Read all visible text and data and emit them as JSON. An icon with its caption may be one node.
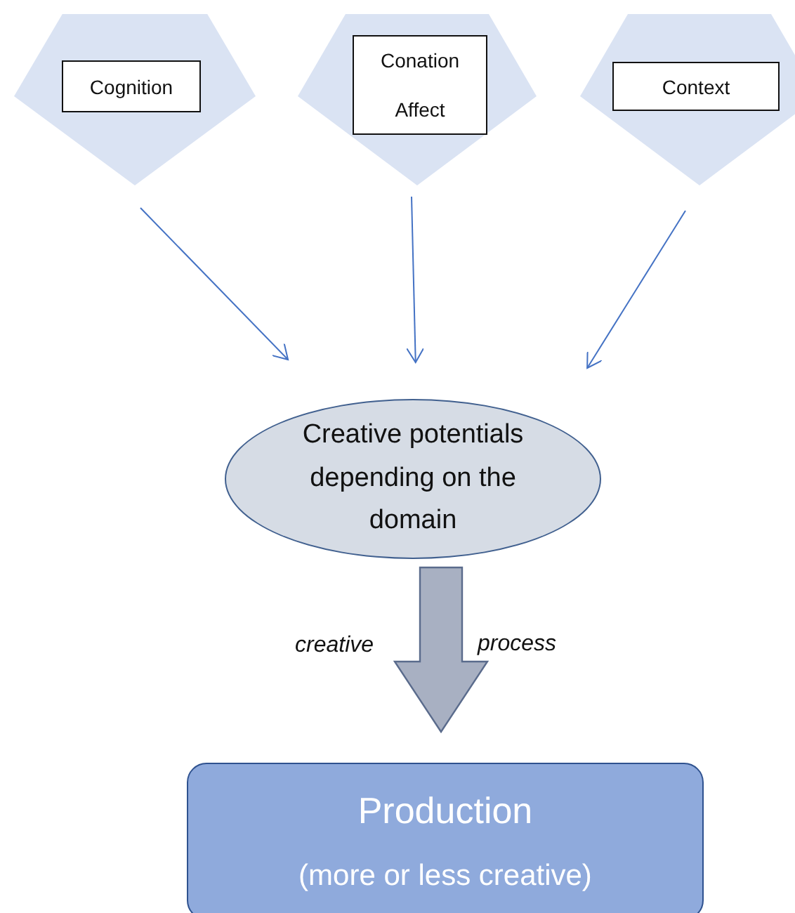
{
  "diagram": {
    "nodes": [
      {
        "text": [],
        "shape": "pentagon"
      },
      {
        "text": [
          "Cognition"
        ],
        "in": 0
      },
      {
        "text": [],
        "shape": "pentagon"
      },
      {
        "text": [
          "Conation",
          "Affect"
        ],
        "in": 2
      },
      {
        "text": [],
        "shape": "pentagon"
      },
      {
        "text": [
          "Context"
        ],
        "in": 4
      },
      {
        "text": [
          "Creative potentials depending on the domain"
        ]
      },
      {
        "text": [
          "Production",
          "(more or less creative)"
        ]
      }
    ],
    "edges": [
      {
        "from": 0,
        "to": 6,
        "arrow": "to"
      },
      {
        "from": 2,
        "to": 6,
        "arrow": "to"
      },
      {
        "from": 4,
        "to": 6,
        "arrow": "to"
      },
      {
        "from": 6,
        "to": 7,
        "arrow": "to",
        "style": "thick",
        "color": "#a8b0c2",
        "label": "creative"
      }
    ],
    "labels": [
      "process"
    ]
  }
}
